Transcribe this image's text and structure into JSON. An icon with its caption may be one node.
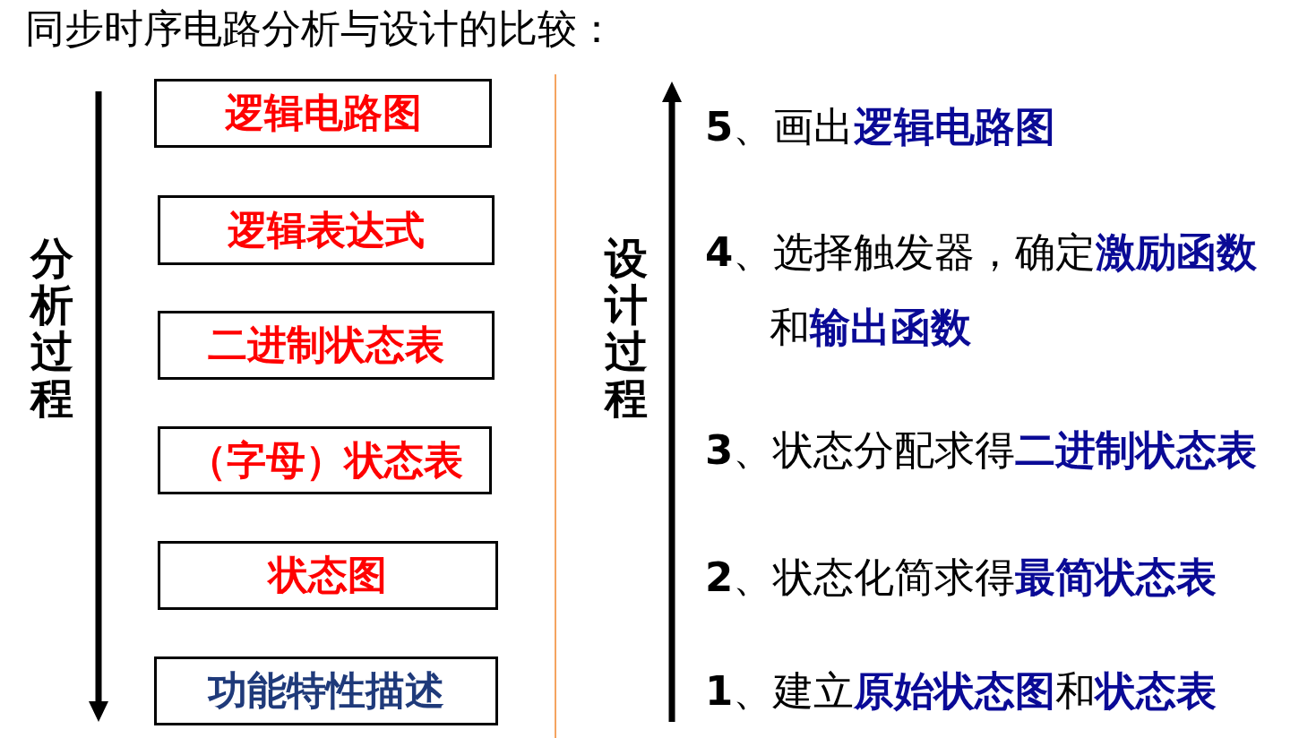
{
  "diagram": {
    "title": "同步时序电路分析与设计的比较：",
    "nodes": [
      {
        "text": [
          "逻辑电路图"
        ]
      },
      {
        "text": [
          "逻辑表达式"
        ]
      },
      {
        "text": [
          "二进制状态表"
        ]
      },
      {
        "text": [
          "（字母）状态表"
        ]
      },
      {
        "text": [
          "状态图"
        ]
      },
      {
        "text": [
          "功能特性描述"
        ]
      }
    ],
    "labels": [
      "分析过程",
      "设计过程",
      "**5**、画出**逻辑电路图**",
      "**4**、选择触发器，确定**激励函数**和**输出函数**",
      "**3**、状态分配求得**二进制状态表**",
      "**2**、状态化简求得**最简状态表**",
      "**1**、建立**原始状态图**和**状态表**"
    ]
  }
}
